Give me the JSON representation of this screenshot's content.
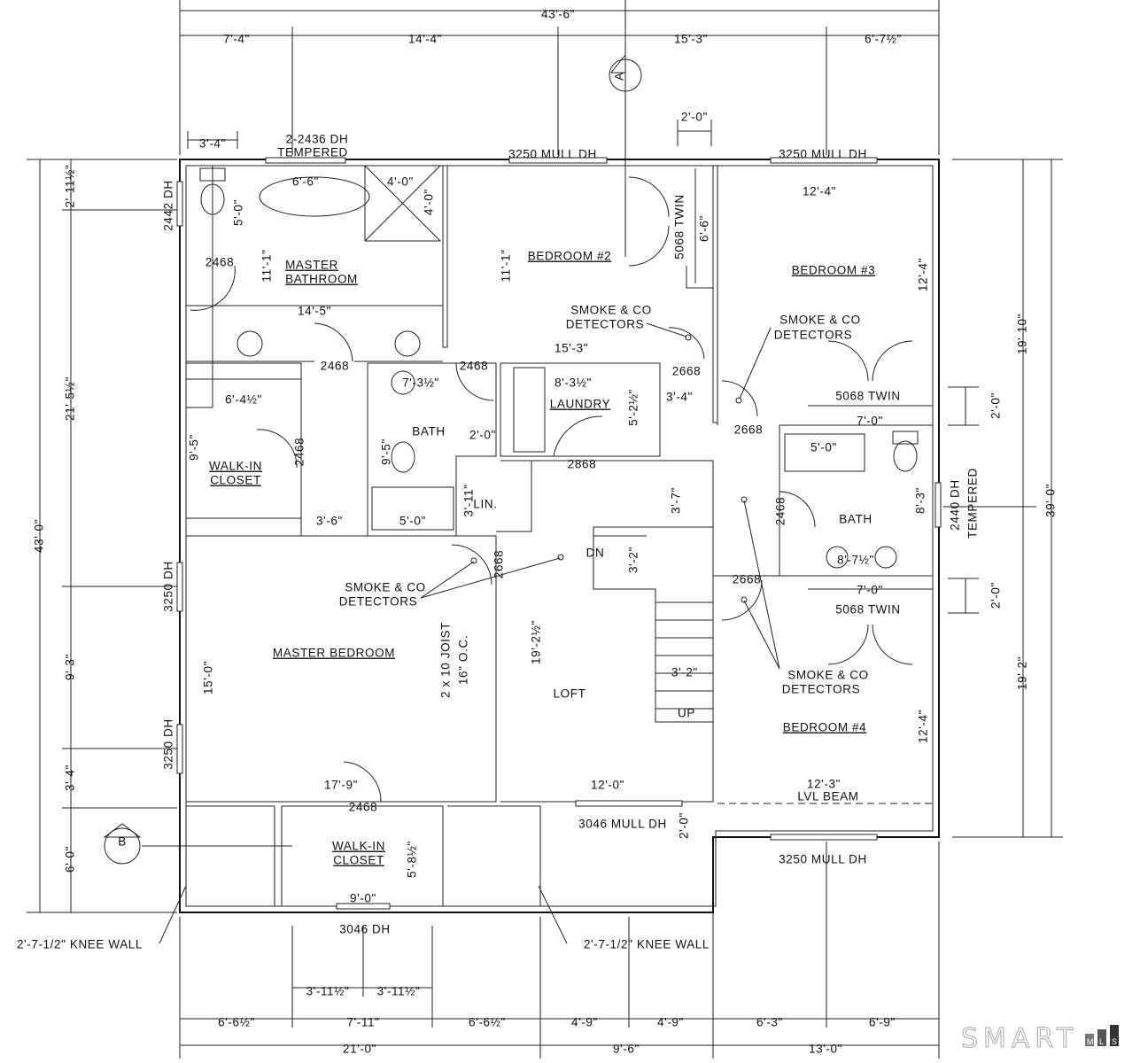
{
  "dims": {
    "overall_width": "43'-6\"",
    "top": [
      "7'-4\"",
      "14'-4\"",
      "15'-3\"",
      "6'-7½\""
    ],
    "top_small": [
      "3'-4\"",
      "2'-0\""
    ],
    "left": [
      "2'-11½\"",
      "21'-5½\"",
      "9'-3\"",
      "3'-4\"",
      "6'-0\""
    ],
    "overall_depth": "43'-0\"",
    "right": [
      "19'-10\"",
      "19'-2\"",
      "2'-0\"",
      "2'-0\""
    ],
    "right_overall": "39'-0\"",
    "bottom_small": [
      "3'-11½\"",
      "3'-11½\""
    ],
    "bottom": [
      "6'-6½\"",
      "7'-11\"",
      "6'-6½\"",
      "4'-9\"",
      "4'-9\"",
      "6'-3\"",
      "6'-9\""
    ],
    "bottom_overall": [
      "21'-0\"",
      "9'-6\"",
      "13'-0\""
    ],
    "interior": [
      "6'-6\"",
      "4'-0\"",
      "4'-0\"",
      "5'-0\"",
      "11'-1\"",
      "14'-5\"",
      "11'-1\"",
      "6'-6\"",
      "12'-4\"",
      "12'-4\"",
      "15'-3\"",
      "6'-4½\"",
      "9'-5\"",
      "3'-6\"",
      "7'-3½\"",
      "9'-5\"",
      "5'-0\"",
      "2'-0\"",
      "3'-11\"",
      "8'-3½\"",
      "5'-2½\"",
      "3'-4\"",
      "3'-7\"",
      "7'-0\"",
      "5'-0\"",
      "8'-3\"",
      "8'-7½\"",
      "7'-0\"",
      "3'-2\"",
      "3'-2\"",
      "15'-0\"",
      "19'-2½\"",
      "17'-9\"",
      "12'-0\"",
      "12'-3\"",
      "12'-4\"",
      "2'-0\"",
      "5'-8½\"",
      "9'-0\""
    ]
  },
  "windows": [
    "2-2436 DH",
    "TEMPERED",
    "3250 MULL DH",
    "3250 MULL DH",
    "2442 DH",
    "3250 DH",
    "3250 DH",
    "2440 DH",
    "TEMPERED",
    "3046 MULL DH",
    "3250 MULL DH",
    "3046 DH"
  ],
  "rooms": [
    "MASTER",
    "BATHROOM",
    "BEDROOM #2",
    "BEDROOM #3",
    "WALK-IN",
    "CLOSET",
    "BATH",
    "LAUNDRY",
    "LIN.",
    "BATH",
    "MASTER BEDROOM",
    "LOFT",
    "BEDROOM #4",
    "WALK-IN",
    "CLOSET"
  ],
  "doors": [
    "2468",
    "2468",
    "2468",
    "2468",
    "2668",
    "2668",
    "2868",
    "2668",
    "2468",
    "2668",
    "2468",
    "5068 TWIN",
    "5068 TWIN",
    "5068 TWIN"
  ],
  "detectors": [
    "SMOKE & CO",
    "DETECTORS",
    "SMOKE & CO",
    "DETECTORS",
    "SMOKE & CO",
    "DETECTORS",
    "SMOKE & CO",
    "DETECTORS"
  ],
  "notes": {
    "joist": "2 x 10 JOIST",
    "joist_spacing": "16\" O.C.",
    "beam": "LVL BEAM",
    "stair_down": "DN",
    "stair_up": "UP",
    "knee_wall_left": "2'-7-1/2\" KNEE WALL",
    "knee_wall_right": "2'-7-1/2\" KNEE WALL"
  },
  "markers": [
    "A",
    "B"
  ],
  "logo": {
    "text": "SMART",
    "mls": [
      "M",
      "L",
      "S"
    ]
  }
}
